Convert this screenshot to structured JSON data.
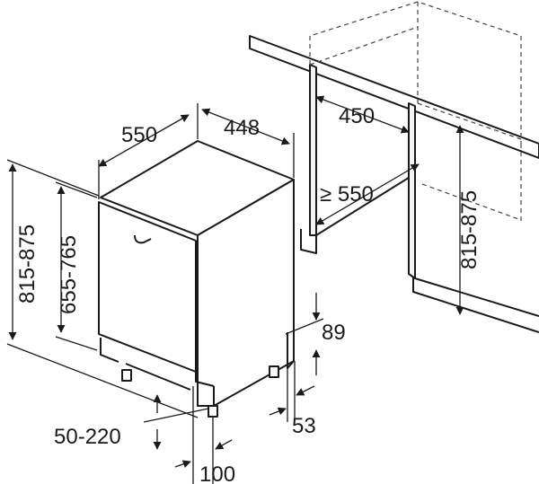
{
  "diagram": {
    "labels": {
      "width_depth": "550",
      "width": "448",
      "niche_width": "450",
      "niche_depth": "≥ 550",
      "height_left_outer": "815-875",
      "height_left_inner": "655-765",
      "height_right": "815-875",
      "plinth_height": "89",
      "plinth_depth": "53",
      "feet_adjust": "50-220",
      "feet_offset": "100"
    }
  }
}
